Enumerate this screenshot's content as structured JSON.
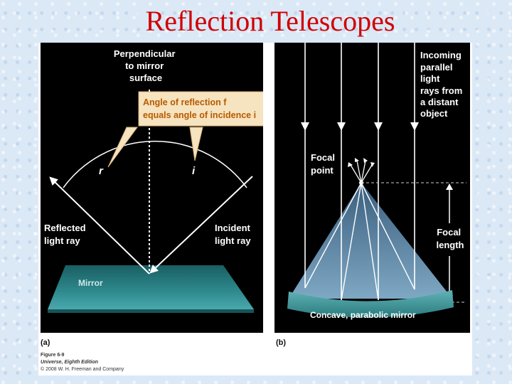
{
  "title": "Reflection Telescopes",
  "panel_a": {
    "label_perpendicular": [
      "Perpendicular",
      "to mirror",
      "surface"
    ],
    "callout": [
      "Angle of reflection f",
      "equals angle of incidence i"
    ],
    "label_r": "r",
    "label_i": "i",
    "label_reflected": [
      "Reflected",
      "light ray"
    ],
    "label_incident": [
      "Incident",
      "light ray"
    ],
    "label_mirror": "Mirror",
    "caption": "(a)"
  },
  "panel_b": {
    "label_incoming": [
      "Incoming",
      "parallel",
      "light",
      "rays from",
      "a distant",
      "object"
    ],
    "label_focal_point": [
      "Focal",
      "point"
    ],
    "label_focal_length": [
      "Focal",
      "length"
    ],
    "label_mirror": "Concave, parabolic mirror",
    "caption": "(b)"
  },
  "credits": {
    "figure": "Figure 6-9",
    "book": "Universe, Eighth Edition",
    "copyright": "© 2008 W. H. Freeman and Company"
  },
  "colors": {
    "title": "#d00000",
    "panel_bg": "#000000",
    "callout_bg": "#f6e3bf",
    "callout_text": "#b85a00",
    "mirror": "#2f8f92"
  }
}
